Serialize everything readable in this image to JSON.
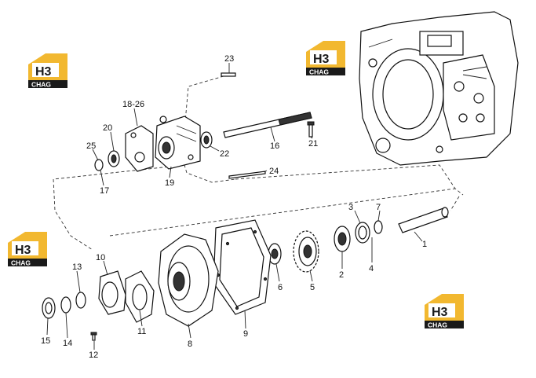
{
  "logo": {
    "mark": "H3",
    "sub": "CHAG",
    "color": "#f2b830"
  },
  "labels": [
    "1",
    "2",
    "3",
    "4",
    "5",
    "6",
    "7",
    "8",
    "9",
    "10",
    "11",
    "12",
    "13",
    "14",
    "15",
    "16",
    "17",
    "18-26",
    "19",
    "20",
    "21",
    "22",
    "23",
    "24",
    "25"
  ]
}
